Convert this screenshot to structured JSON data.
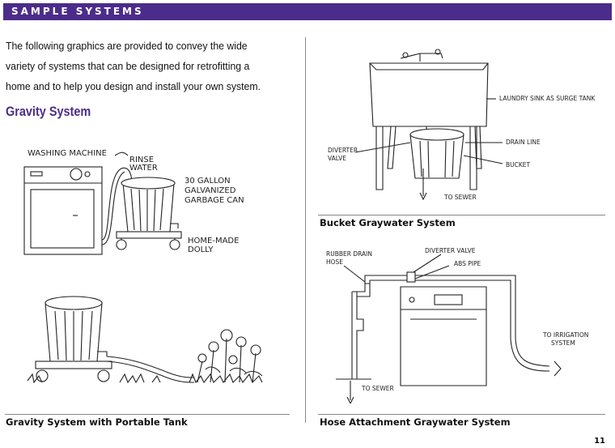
{
  "header": {
    "title": "SAMPLE SYSTEMS"
  },
  "intro": {
    "text": "The following graphics are provided to convey the wide variety of systems that can be designed for retrofitting a home and to help you design and install your own system."
  },
  "section": {
    "heading": "Gravity System"
  },
  "captions": {
    "gravity_portable": "Gravity System with Portable Tank",
    "bucket": "Bucket Graywater System",
    "hose": "Hose Attachment Graywater System"
  },
  "gravity_labels": {
    "washing_machine": "WASHING MACHINE",
    "rinse_water_1": "RINSE",
    "rinse_water_2": "WATER",
    "can_1": "30 GALLON",
    "can_2": "GALVANIZED",
    "can_3": "GARBAGE CAN",
    "dolly_1": "HOME-MADE",
    "dolly_2": "DOLLY"
  },
  "bucket_labels": {
    "sink": "LAUNDRY SINK AS SURGE TANK",
    "drain_line": "DRAIN LINE",
    "diverter_1": "DIVERTER",
    "diverter_2": "VALVE",
    "bucket": "BUCKET",
    "sewer": "TO SEWER"
  },
  "hose_labels": {
    "rubber_1": "RUBBER DRAIN",
    "rubber_2": "HOSE",
    "diverter": "DIVERTER VALVE",
    "abs": "ABS PIPE",
    "irrigation_1": "TO IRRIGATION",
    "irrigation_2": "SYSTEM",
    "sewer": "TO SEWER"
  },
  "page_number": "11"
}
